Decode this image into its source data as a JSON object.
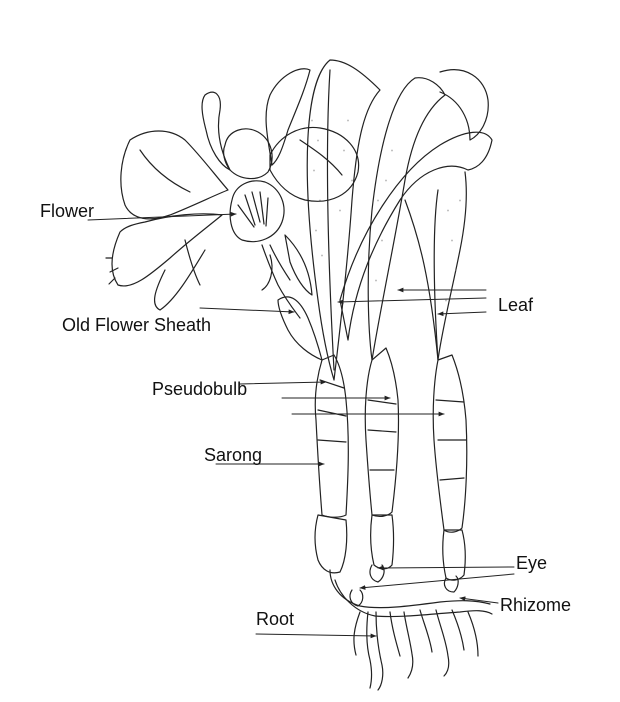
{
  "labels": {
    "flower": "Flower",
    "old_flower_sheath": "Old Flower Sheath",
    "leaf": "Leaf",
    "pseudobulb": "Pseudobulb",
    "sarong": "Sarong",
    "eye": "Eye",
    "rhizome": "Rhizome",
    "root": "Root"
  },
  "colors": {
    "ink": "#222222",
    "stipple": "#555555",
    "label_text": "#111111"
  }
}
